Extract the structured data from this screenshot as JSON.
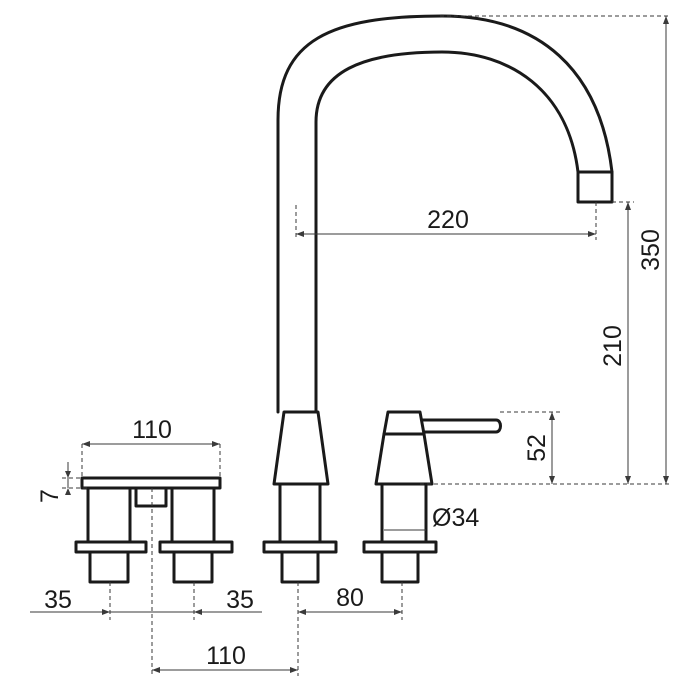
{
  "drawing": {
    "dimensions": {
      "spout_height": "350",
      "spout_reach": "220",
      "outlet_height": "210",
      "lever_height": "52",
      "body_diameter": "Ø34",
      "valves_width": "110",
      "base_height": "7",
      "left_offset": "35",
      "right_offset": "35",
      "spout_to_lever": "80",
      "valves_to_spout": "110"
    }
  }
}
